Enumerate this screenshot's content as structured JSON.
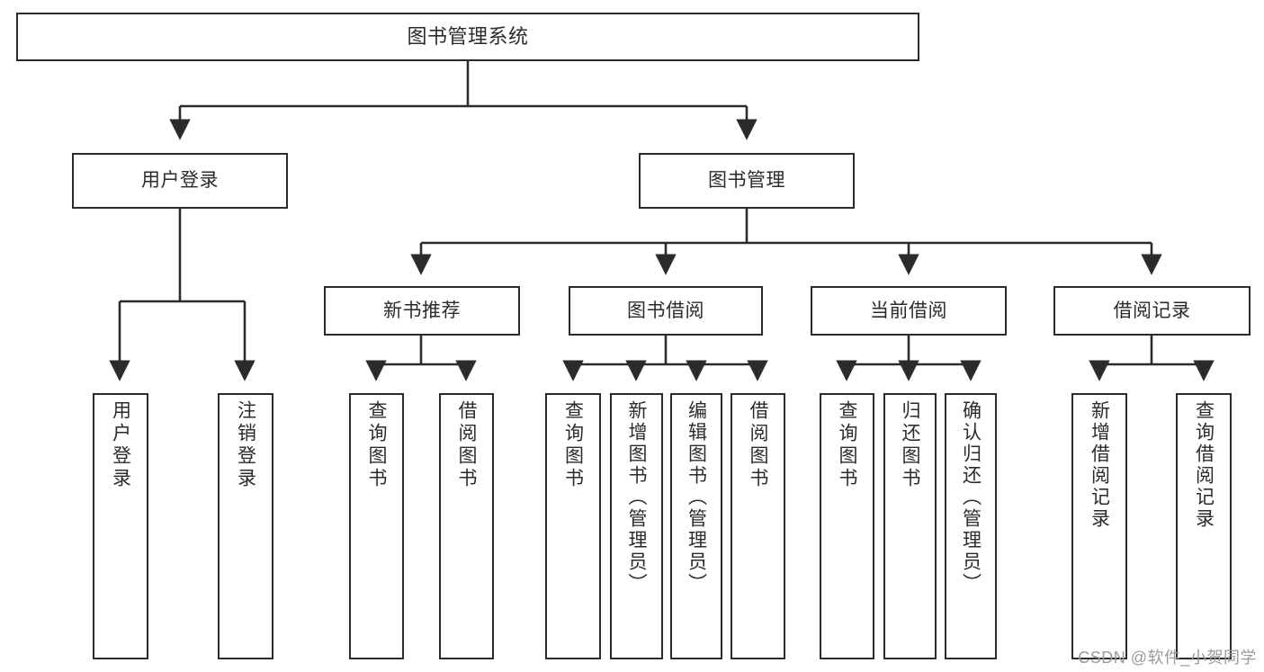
{
  "diagram": {
    "title": "图书管理系统",
    "type": "tree-hierarchy-chart",
    "colors": {
      "box_stroke": "#2b2b2b",
      "box_fill": "#ffffff",
      "edge_stroke": "#2b2b2b",
      "text": "#2b2b2b",
      "watermark": "#9a9a9a",
      "background": "#ffffff"
    },
    "nodes": {
      "root": {
        "label": "图书管理系统"
      },
      "level2": [
        {
          "label": "用户登录"
        },
        {
          "label": "图书管理"
        }
      ],
      "level3": [
        {
          "label": "新书推荐"
        },
        {
          "label": "图书借阅"
        },
        {
          "label": "当前借阅"
        },
        {
          "label": "借阅记录"
        }
      ],
      "leaves": {
        "user_login": [
          {
            "label": "用户登录"
          },
          {
            "label": "注销登录"
          }
        ],
        "new_book_recommend": [
          {
            "label": "查询图书"
          },
          {
            "label": "借阅图书"
          }
        ],
        "book_borrow": [
          {
            "label": "查询图书"
          },
          {
            "label": "新增图书（管理员）"
          },
          {
            "label": "编辑图书（管理员）"
          },
          {
            "label": "借阅图书"
          }
        ],
        "current_borrow": [
          {
            "label": "查询图书"
          },
          {
            "label": "归还图书"
          },
          {
            "label": "确认归还（管理员）"
          }
        ],
        "borrow_record": [
          {
            "label": "新增借阅记录"
          },
          {
            "label": "查询借阅记录"
          }
        ]
      }
    },
    "watermark": "CSDN @软件_小贺同学"
  }
}
